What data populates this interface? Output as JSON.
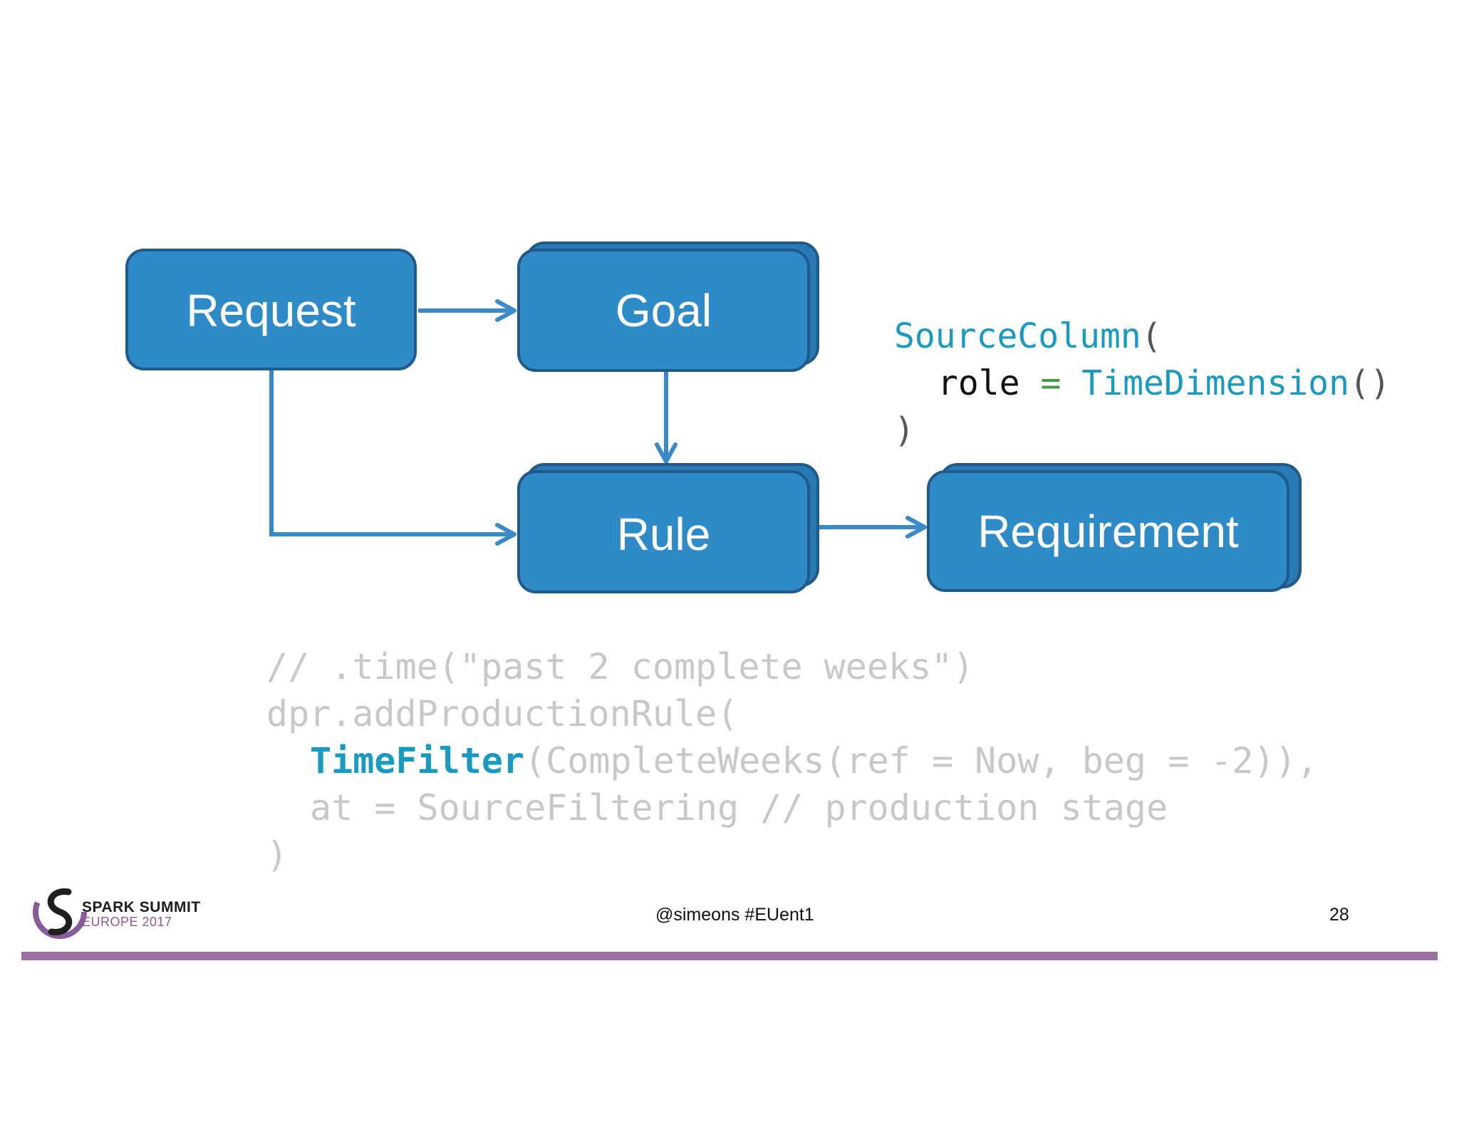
{
  "diagram": {
    "nodes": {
      "request": "Request",
      "goal": "Goal",
      "rule": "Rule",
      "requirement": "Requirement"
    },
    "edges": [
      {
        "from": "Request",
        "to": "Goal"
      },
      {
        "from": "Goal",
        "to": "Rule"
      },
      {
        "from": "Request",
        "to": "Rule"
      },
      {
        "from": "Rule",
        "to": "Requirement"
      }
    ]
  },
  "code_top": {
    "line1_class": "SourceColumn",
    "line1_paren": "(",
    "line2_key": "role",
    "line2_eq": " = ",
    "line2_value": "TimeDimension",
    "line2_paren": "()",
    "line3": ")"
  },
  "code_bottom": {
    "line1": "// .time(\"past 2 complete weeks\")",
    "line2": "dpr.addProductionRule(",
    "line3_fn": "TimeFilter",
    "line3_rest": "(CompleteWeeks(ref = Now, beg = -2)),",
    "line4": "at = SourceFiltering // production stage",
    "line5": ")"
  },
  "footer": {
    "logo_line1": "SPARK SUMMIT",
    "logo_line2": "EUROPE 2017",
    "handle": "@simeons #EUent1",
    "page_number": "28"
  },
  "colors": {
    "node_fill": "#2e8bc8",
    "node_stroke": "#1f5a8a",
    "arrow": "#3a8ac8",
    "accent_cyan": "#1a9ac0",
    "footer_bar": "#9b6f9f"
  }
}
